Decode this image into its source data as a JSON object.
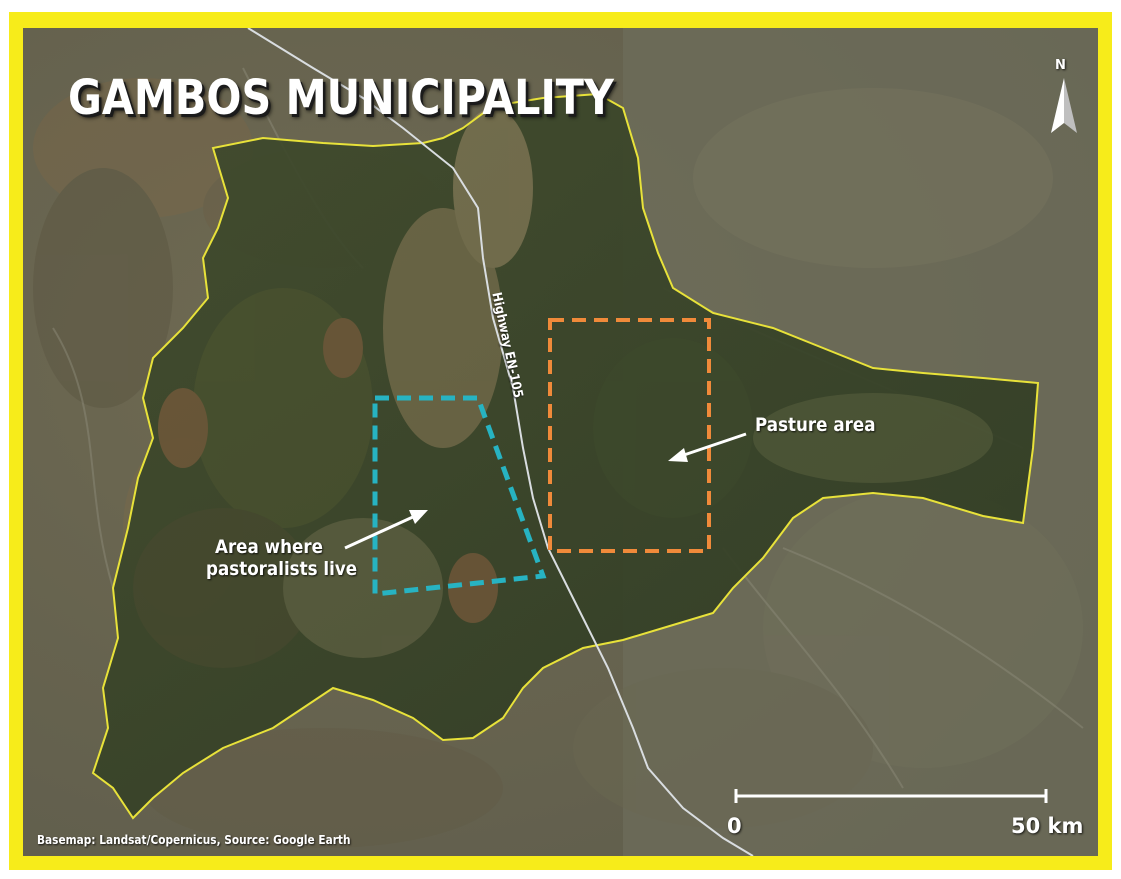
{
  "map": {
    "title": "GAMBOS MUNICIPALITY",
    "north_label": "N",
    "road_label": "Highway EN-105",
    "annotations": {
      "pastoralists": [
        "Area where",
        "pastoralists live"
      ],
      "pasture": "Pasture area"
    },
    "scale_bar": {
      "start_label": "0",
      "end_label": "50 km"
    },
    "credit": "Basemap: Landsat/Copernicus, Source: Google Earth",
    "icons": [
      "north-arrow-icon",
      "annotation-arrow-icon"
    ],
    "colors": {
      "frame": "#f7ec1a",
      "boundary": "#e8e23a",
      "pastoralist_box": "#27b3c2",
      "pasture_box": "#f08a3a",
      "road": "#d9dde0",
      "labels": "#ffffff"
    }
  }
}
